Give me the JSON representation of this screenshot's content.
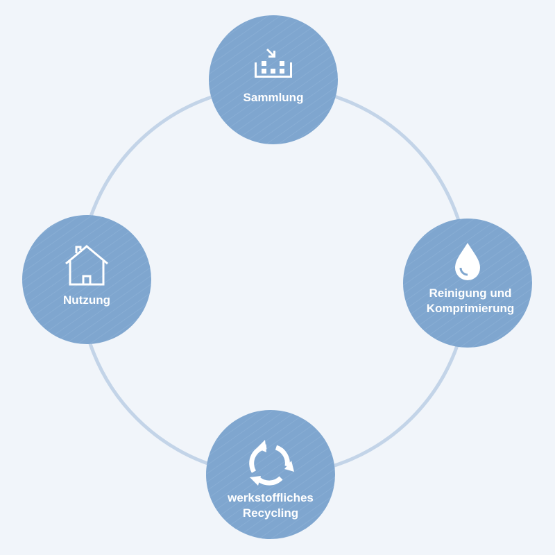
{
  "colors": {
    "background": "#f1f5fa",
    "ring": "#c3d4e8",
    "node": "#7fa6cf",
    "text": "#ffffff"
  },
  "nodes": [
    {
      "id": "sammlung",
      "icon": "collection-box-icon",
      "lines": [
        "Sammlung"
      ]
    },
    {
      "id": "reinigung",
      "icon": "water-drop-icon",
      "lines": [
        "Reinigung und",
        "Komprimierung"
      ]
    },
    {
      "id": "recycling",
      "icon": "recycle-arrows-icon",
      "lines": [
        "werkstoffliches",
        "Recycling"
      ]
    },
    {
      "id": "nutzung",
      "icon": "house-icon",
      "lines": [
        "Nutzung"
      ]
    }
  ]
}
